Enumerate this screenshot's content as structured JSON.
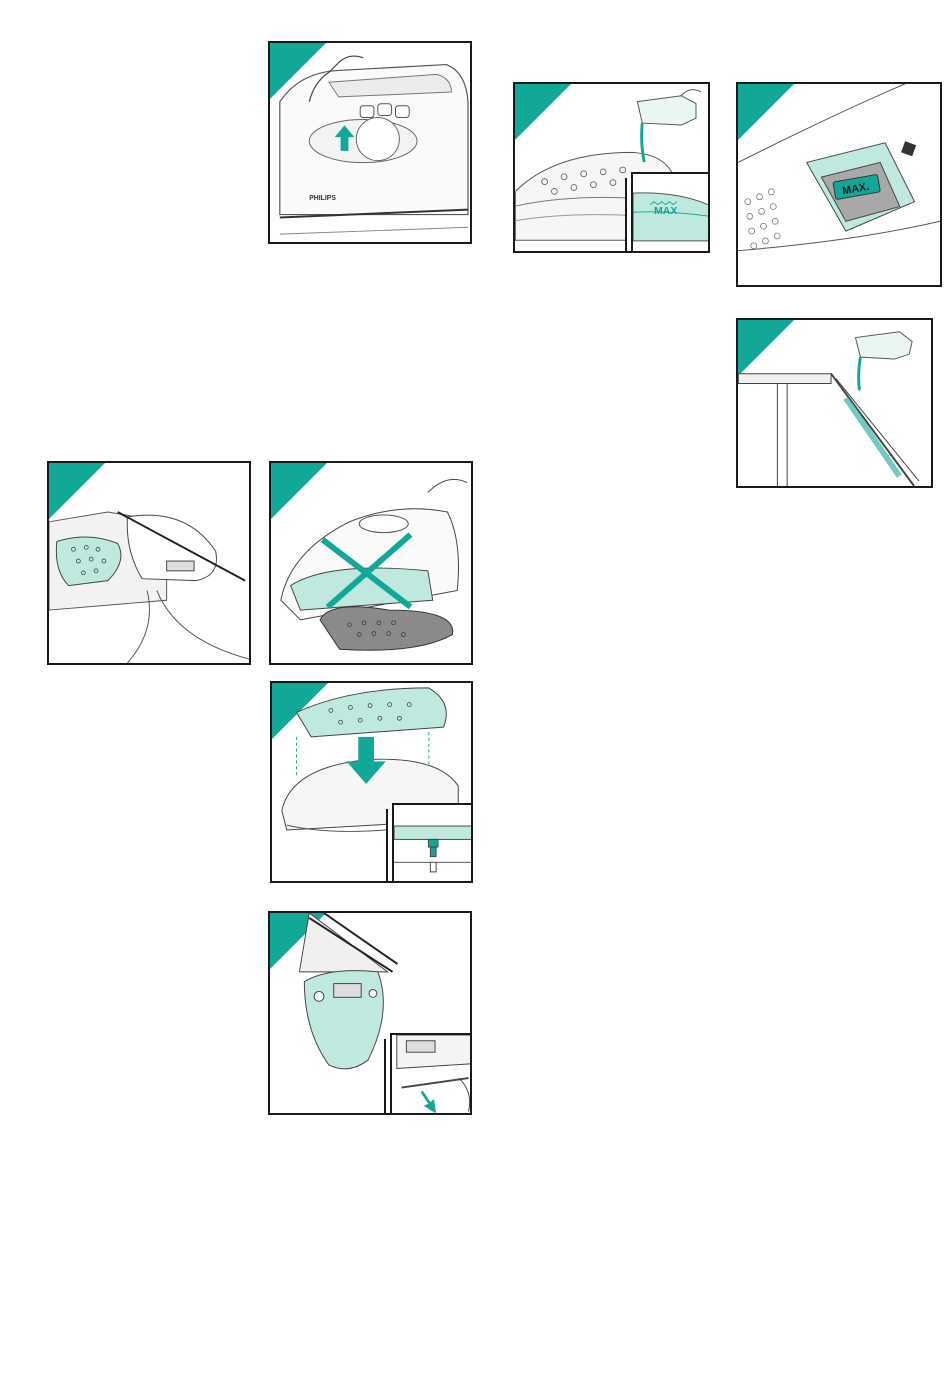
{
  "colors": {
    "accent": "#12a898",
    "mint": "#bfe9df",
    "ink": "#1a1a1a",
    "grey": "#9a9a9a"
  },
  "labels": {
    "brand": "PHILIPS",
    "max_window": "MAX",
    "max_cap": "MAX."
  },
  "icons": {
    "arrow_up": "arrow-up-icon",
    "cross": "cross-icon",
    "arrow_down": "arrow-down-icon"
  }
}
